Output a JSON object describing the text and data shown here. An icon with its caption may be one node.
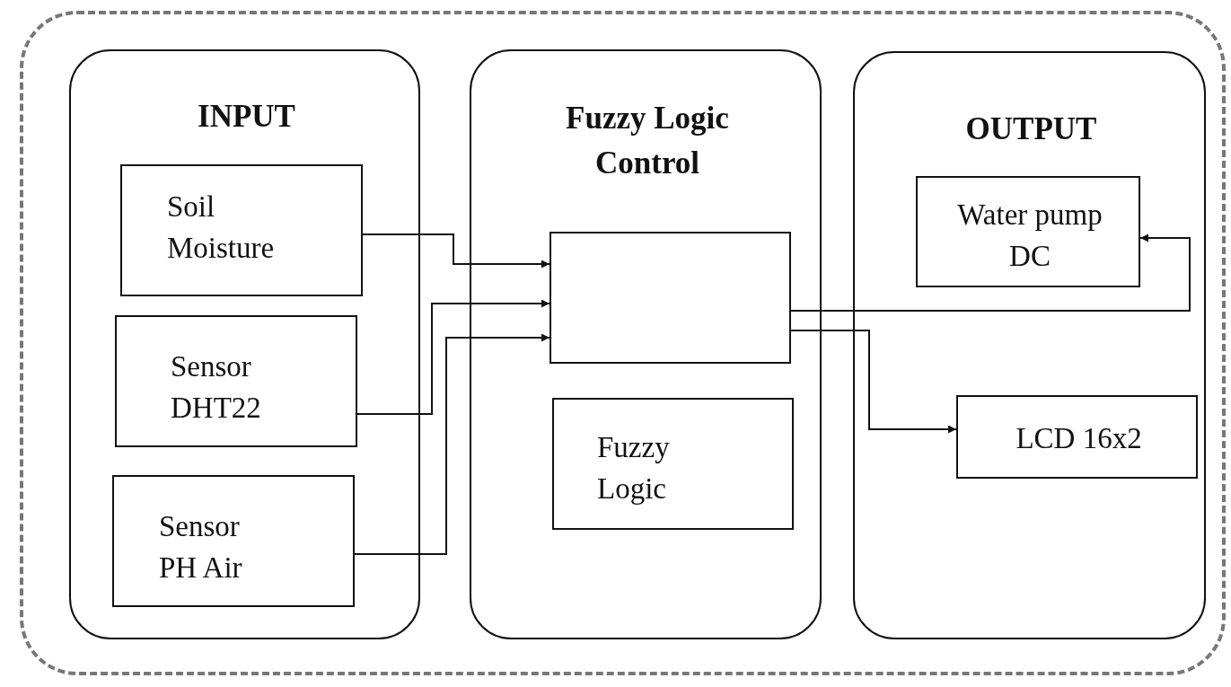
{
  "diagram": {
    "nodes": [
      {
        "text": [],
        "shape": "box"
      },
      {
        "text": [
          "INPUT"
        ],
        "in": 0
      },
      {
        "text": [
          "Soil Moisture"
        ],
        "in": 1
      },
      {
        "text": [
          "Sensor DHT22"
        ],
        "in": 1
      },
      {
        "text": [
          "Sensor PH Air"
        ],
        "in": 1
      },
      {
        "text": [
          "Fuzzy Logic Control"
        ],
        "in": 0
      },
      {
        "text": [],
        "shape": "box",
        "in": 5
      },
      {
        "text": [
          "Fuzzy Logic"
        ],
        "in": 5
      },
      {
        "text": [
          "OUTPUT"
        ],
        "in": 0
      },
      {
        "text": [
          "Water pump DC"
        ],
        "in": 8
      },
      {
        "text": [
          "LCD 16x2"
        ],
        "in": 8
      }
    ],
    "edges": [
      {
        "from": 2,
        "to": 6,
        "arrow": "to"
      },
      {
        "from": 3,
        "to": 6,
        "arrow": "to"
      },
      {
        "from": 4,
        "to": 6,
        "arrow": "to"
      },
      {
        "from": 6,
        "to": 9,
        "arrow": "to"
      },
      {
        "from": 6,
        "to": 10,
        "arrow": "to"
      }
    ]
  }
}
